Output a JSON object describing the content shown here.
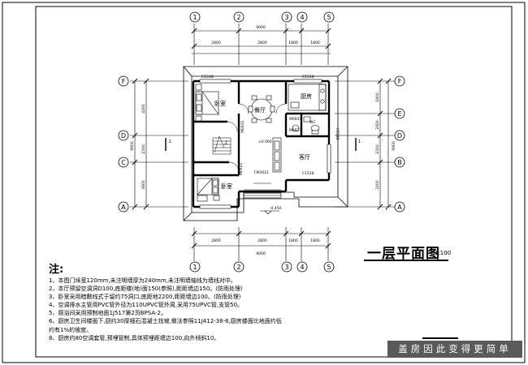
{
  "axes": {
    "top": [
      "1",
      "2",
      "3",
      "4",
      "5"
    ],
    "bottom": [
      "1",
      "2",
      "3",
      "4",
      "5"
    ],
    "left": [
      "F",
      "D",
      "C",
      "A"
    ],
    "right": [
      "F",
      "E",
      "D",
      "B",
      "A"
    ]
  },
  "dimensions": {
    "top_total": "9000",
    "top_segments": [
      "2800",
      "2800",
      "1800",
      "1800"
    ],
    "bottom_total": "9000",
    "bottom_segments": [
      "2800",
      "2800",
      "1800",
      "1800"
    ],
    "left_total": "9900",
    "left_segments": [
      "4200",
      "1500",
      "3900"
    ],
    "right_total": "9900",
    "right_segments": [
      "1800",
      "2400",
      "1500",
      "2100"
    ]
  },
  "rooms": {
    "bedroom_1": "卧室",
    "dining": "餐厅",
    "kitchen": "厨房",
    "living": "客厅",
    "bedroom_2": "卧室",
    "wc": "WC"
  },
  "labels": {
    "window_top_left": "C1518",
    "window_top_right": "C1518",
    "window_right": "C1518",
    "window_bottom": "C1518",
    "door_dining": "M0921",
    "door_kitchen": "M0921",
    "door_wc": "M0821",
    "door_bedroom": "M0921",
    "door_main": "FM3021",
    "level_floor": "±0.000",
    "level_outside": "-0.450",
    "section_left": "1",
    "section_right": "1",
    "stair_arrow": "上"
  },
  "title": {
    "main": "一层平面图",
    "scale": "1:100"
  },
  "notes": {
    "heading": "注:",
    "items": [
      "1、本图门垛宽120mm,未注明墙厚为240mm,未注明墙轴线为墙线对中。",
      "2、本厅预留空调洞D100,底距楼(地)面150(参照),距距墙边150。(防雨处理)",
      "3、卧室采用暗敷线式于留约75洞口,底距地2200,距距墙边100。(防雨处理)",
      "4、空调排水主管用PVC管外径为110UPVC管外周,采用75UPVC管,支管50。",
      "5、厕浴间采用预制地面1J517第2页BPSA-2。",
      "6、厨房卫生间楼面下,厨约30厚细石混凝土找坡,做法参照11J412-38-6,厨房楼面比地面约低",
      "    约有1%的坡度。",
      "8、厨房约80空调套管,预埋管制,具体预埋距墙边100,向外倾斜10。"
    ]
  },
  "branding": "盖房因此变得更简单"
}
